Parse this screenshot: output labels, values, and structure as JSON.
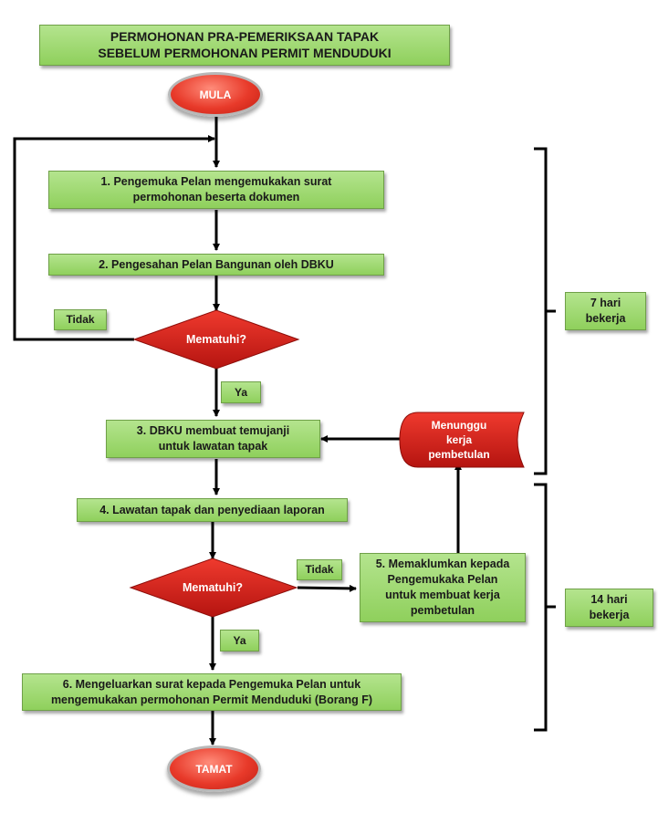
{
  "title": {
    "line1": "PERMOHONAN PRA-PEMERIKSAAN TAPAK",
    "line2": "SEBELUM PERMOHONAN PERMIT MENDUDUKI"
  },
  "start": "MULA",
  "end": "TAMAT",
  "steps": {
    "s1": "1.    Pengemuka Pelan mengemukakan surat\npermohonan beserta dokumen",
    "s2": "2.  Pengesahan Pelan Bangunan oleh DBKU",
    "s3": "3.  DBKU  membuat temujanji\nuntuk  lawatan tapak",
    "s4": "4.  Lawatan tapak dan penyediaan laporan",
    "s5": "5.  Memaklumkan kepada\nPengemukaka Pelan\nuntuk  membuat kerja\npembetulan",
    "s6": "6.  Mengeluarkan surat kepada Pengemuka Pelan untuk\nmengemukakan permohonan Permit Menduduki (Borang  F)"
  },
  "decisions": {
    "d1": "Mematuhi?",
    "d2": "Mematuhi?"
  },
  "branch_labels": {
    "no1": "Tidak",
    "yes1": "Ya",
    "no2": "Tidak",
    "yes2": "Ya"
  },
  "waiting": "Menunggu\nkerja\npembetulan",
  "durations": {
    "first": "7 hari\nbekerja",
    "second": "14 hari\nbekerja"
  },
  "colors": {
    "box_green": "#9bd46a",
    "decision_red": "#d51c14",
    "terminal_red": "#e83a2a",
    "line": "#000000"
  }
}
